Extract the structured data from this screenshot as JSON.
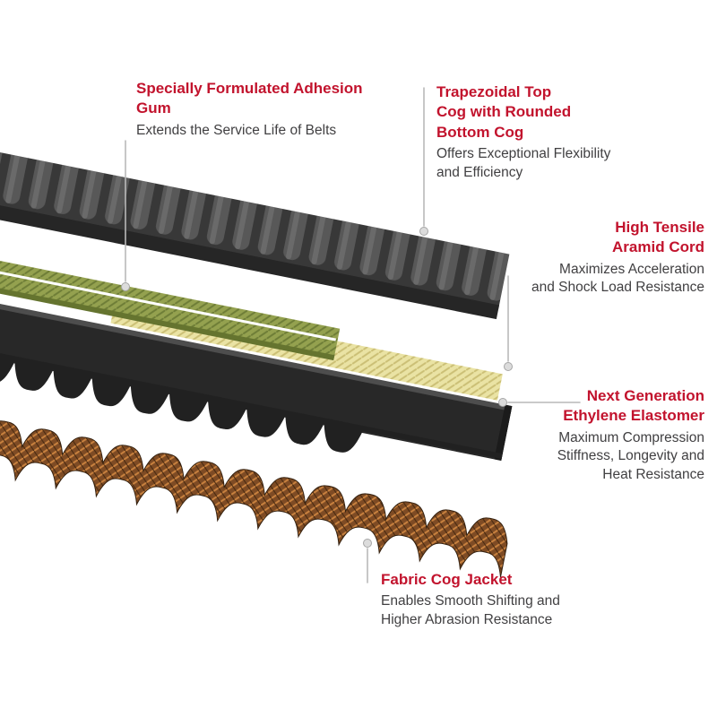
{
  "callouts": [
    {
      "id": "adhesion-gum",
      "heading": "Specially Formulated Adhesion\nGum",
      "description": "Extends the Service Life of Belts"
    },
    {
      "id": "top-cog",
      "heading": "Trapezoidal Top\nCog with Rounded\nBottom Cog",
      "description": "Offers Exceptional Flexibility\nand Efficiency"
    },
    {
      "id": "aramid-cord",
      "heading": "High Tensile\nAramid Cord",
      "description": "Maximizes Acceleration\nand Shock Load Resistance"
    },
    {
      "id": "elastomer",
      "heading": "Next Generation\nEthylene Elastomer",
      "description": "Maximum Compression\nStiffness, Longevity and\nHeat Resistance"
    },
    {
      "id": "fabric-jacket",
      "heading": "Fabric Cog Jacket",
      "description": "Enables Smooth Shifting and\nHigher Abrasion Resistance"
    }
  ],
  "belt_layers": [
    {
      "name": "trapezoidal-top-cog-layer",
      "color": "#4a4a4a"
    },
    {
      "name": "adhesion-gum-layer",
      "color": "#94a14f"
    },
    {
      "name": "aramid-cord-layer",
      "color": "#eae3a4"
    },
    {
      "name": "ethylene-elastomer-layer",
      "color": "#282828"
    },
    {
      "name": "fabric-cog-jacket-layer",
      "color": "#7e4b24"
    }
  ],
  "colors": {
    "accent_red": "#c2132d",
    "body_text": "#414042",
    "leader_gray": "#b9b9b9",
    "leader_dot_fill": "#dcdcdc",
    "background": "#ffffff",
    "belt_dark_gray": "#4a4a4a",
    "belt_black": "#282828",
    "adhesion_green": "#94a14f",
    "aramid_yellow": "#eae3a4",
    "fabric_brown": "#7e4b24",
    "cord_white": "#ffffff"
  }
}
